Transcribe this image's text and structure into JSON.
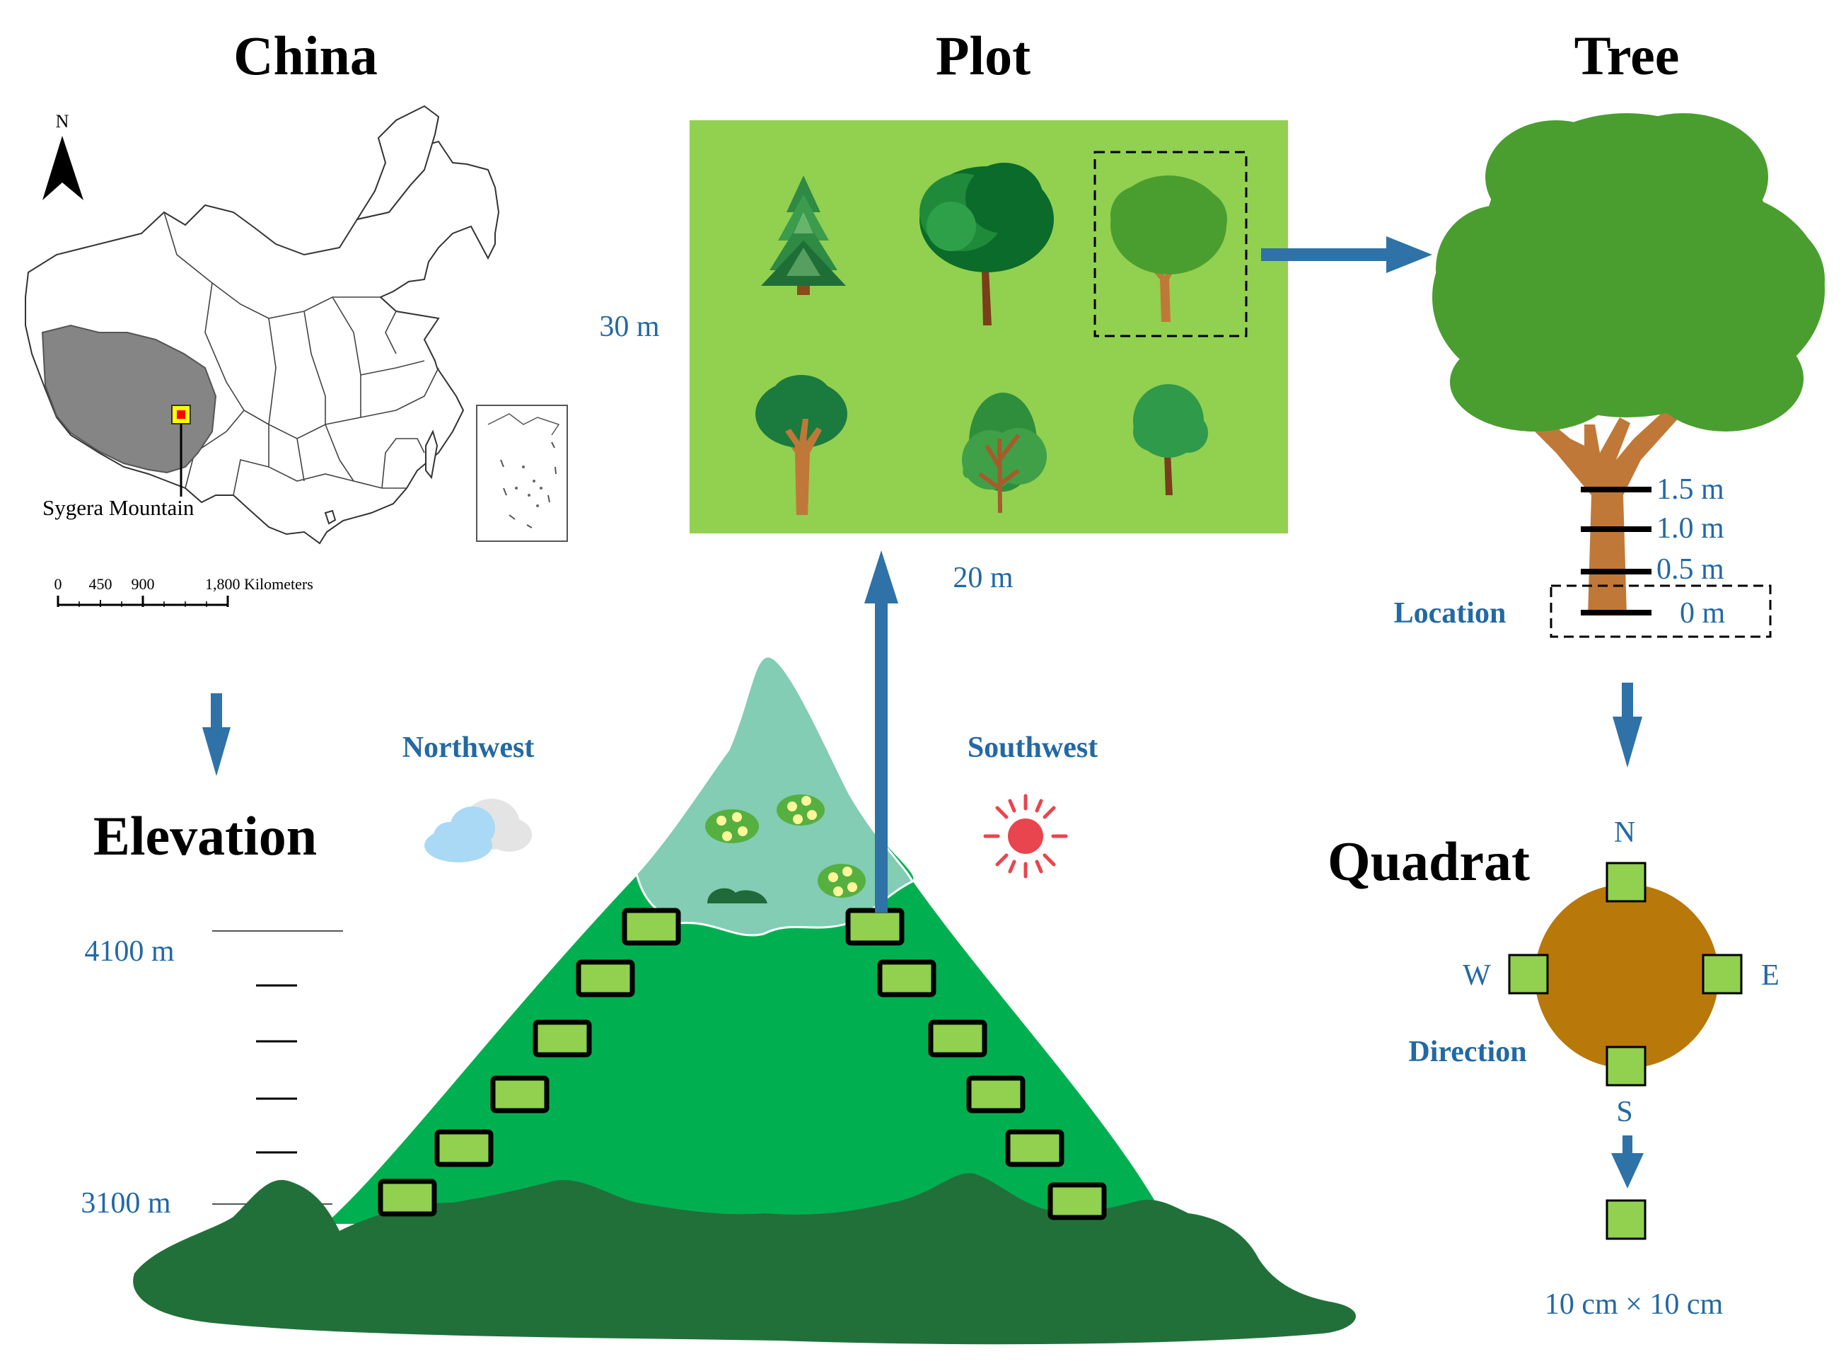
{
  "headings": {
    "china": "China",
    "plot": "Plot",
    "tree": "Tree",
    "elevation": "Elevation",
    "quadrat": "Quadrat"
  },
  "map": {
    "north": "N",
    "site": "Sygera Mountain",
    "scale_ticks": [
      "0",
      "450",
      "900",
      "1,800 Kilometers"
    ]
  },
  "plot": {
    "height_label": "30 m",
    "width_label": "20 m"
  },
  "tree": {
    "heights": [
      "1.5 m",
      "1.0 m",
      "0.5 m",
      "0 m"
    ],
    "location_label": "Location"
  },
  "elevation": {
    "top": "4100 m",
    "bottom": "3100 m"
  },
  "slopes": {
    "left": "Northwest",
    "right": "Southwest"
  },
  "quadrat": {
    "n": "N",
    "s": "S",
    "w": "W",
    "e": "E",
    "direction_label": "Direction",
    "size": "10 cm × 10 cm"
  },
  "colors": {
    "blue_text": "#2369a3",
    "arrow": "#2e72a8",
    "plot_bg": "#92d050",
    "mountain": "#00b050",
    "hills": "#21703a",
    "snow": "#82cdb3",
    "trunk": "#c07838",
    "canopy": "#4a9e2f",
    "quadrat_fill": "#92d050",
    "disc": "#b8780a",
    "sun": "#e8454f",
    "site_marker": "#ff0000"
  }
}
